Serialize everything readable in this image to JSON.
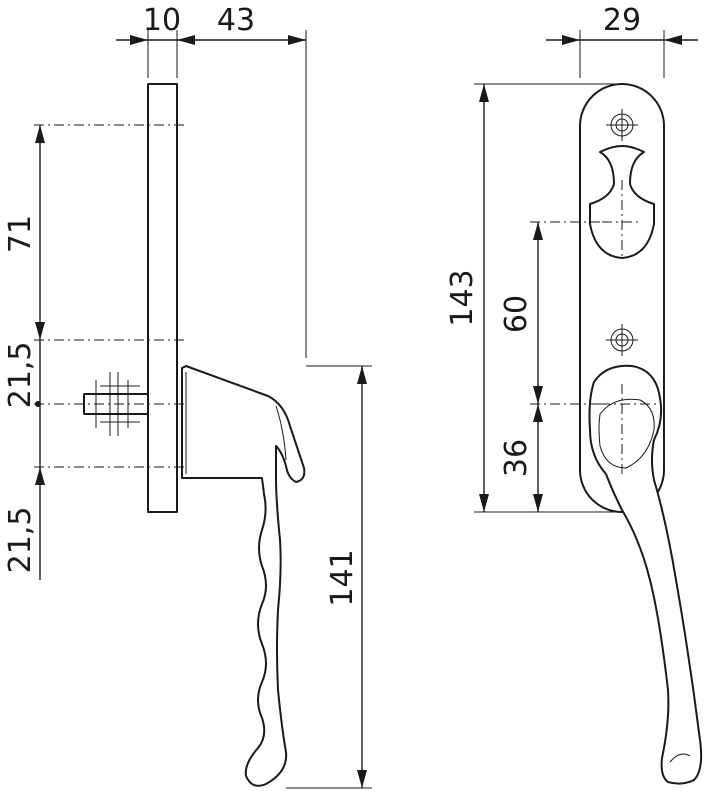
{
  "drawing": {
    "side_view": {
      "dim_rosette_thickness": "10",
      "dim_handle_projection": "43",
      "dim_upper_to_spindle": "71",
      "dim_spindle_upper": "21,5",
      "dim_spindle_lower": "21,5",
      "dim_spindle_to_handle_end": "141"
    },
    "front_view": {
      "dim_rosette_width": "29",
      "dim_rosette_height": "143",
      "dim_hole_spacing": "60",
      "dim_hole_to_spindle": "36"
    }
  }
}
